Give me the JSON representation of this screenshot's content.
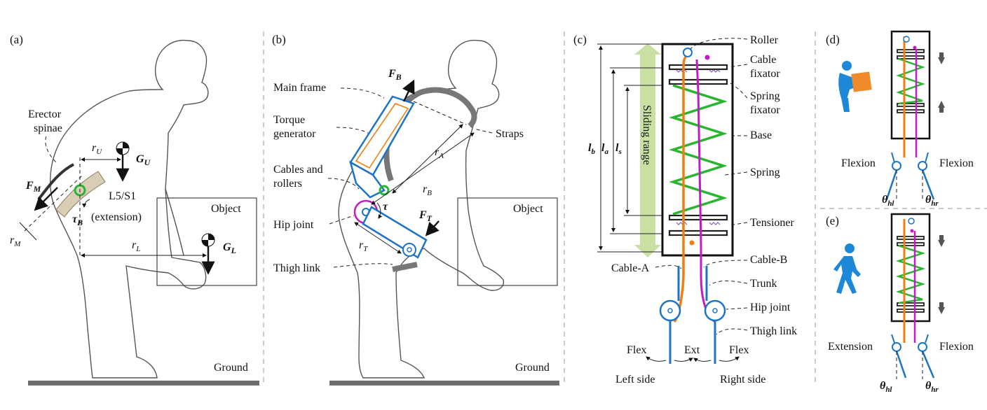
{
  "panels": {
    "a": {
      "label": "(a)",
      "erector_spinae": [
        "Erector",
        "spinae"
      ],
      "r_u": "r",
      "r_u_sub": "U",
      "g_u": "G",
      "g_u_sub": "U",
      "f_m": "F",
      "f_m_sub": "M",
      "l5s1": "L5/S1",
      "tau_b": "τ",
      "tau_b_sub": "B",
      "extension": "(extension)",
      "r_m": "r",
      "r_m_sub": "M",
      "r_l": "r",
      "r_l_sub": "L",
      "g_l": "G",
      "g_l_sub": "L",
      "object": "Object",
      "ground": "Ground"
    },
    "b": {
      "label": "(b)",
      "main_frame": "Main frame",
      "f_b": "F",
      "f_b_sub": "B",
      "torque_generator": [
        "Torque",
        "generator"
      ],
      "straps": "Straps",
      "r_a": "r",
      "r_a_sub": "A",
      "cables_rollers": [
        "Cables and",
        "rollers"
      ],
      "r_b": "r",
      "r_b_sub": "B",
      "tau": "τ",
      "hip_joint": "Hip joint",
      "f_t": "F",
      "f_t_sub": "T",
      "r_t": "r",
      "r_t_sub": "T",
      "thigh_link": "Thigh link",
      "object": "Object",
      "ground": "Ground"
    },
    "c": {
      "label": "(c)",
      "roller": "Roller",
      "cable_fixator": [
        "Cable",
        "fixator"
      ],
      "spring_fixator": [
        "Spring",
        "fixator"
      ],
      "base": "Base",
      "spring": "Spring",
      "tensioner": "Tensioner",
      "sliding_range": "Sliding range",
      "l_b": "l",
      "l_b_sub": "b",
      "l_a": "l",
      "l_a_sub": "a",
      "l_s": "l",
      "l_s_sub": "s",
      "cable_a": "Cable-A",
      "cable_b": "Cable-B",
      "trunk": "Trunk",
      "hip_joint": "Hip joint",
      "thigh_link": "Thigh link",
      "flex_left": "Flex",
      "ext": "Ext",
      "flex_right": "Flex",
      "left_side": "Left side",
      "right_side": "Right side"
    },
    "d": {
      "label": "(d)",
      "flexion_left": "Flexion",
      "flexion_right": "Flexion",
      "theta_hl": "θ",
      "theta_hl_sub": "hl",
      "theta_hr": "θ",
      "theta_hr_sub": "hr"
    },
    "e": {
      "label": "(e)",
      "extension": "Extension",
      "flexion": "Flexion",
      "theta_hl": "θ",
      "theta_hl_sub": "hl",
      "theta_hr": "θ",
      "theta_hr_sub": "hr"
    }
  },
  "colors": {
    "frame_blue": "#1b74c7",
    "cable_orange": "#f07e12",
    "cable_magenta": "#c21bc6",
    "spring_green": "#29b52f",
    "sliding_range": "#b9d88f",
    "ground": "#6e6e6e",
    "person_icon": "#1e88d8"
  }
}
